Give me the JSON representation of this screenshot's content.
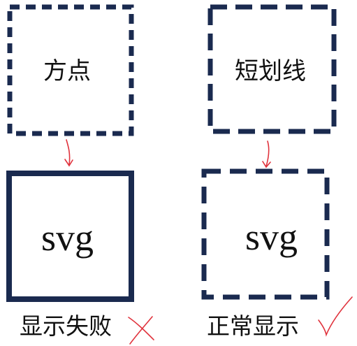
{
  "left": {
    "top_box_label": "方点",
    "top_box_border": "dotted",
    "bottom_box_label": "svg",
    "bottom_box_border": "solid",
    "result": "显示失败",
    "result_mark": "cross-mark"
  },
  "right": {
    "top_box_label": "短划线",
    "top_box_border": "dashed",
    "bottom_box_label": "svg",
    "bottom_box_border": "dashed",
    "result": "正常显示",
    "result_mark": "check-mark"
  },
  "colors": {
    "box_border": "#1a2a4f",
    "arrow": "#e0323c",
    "text": "#111111"
  }
}
